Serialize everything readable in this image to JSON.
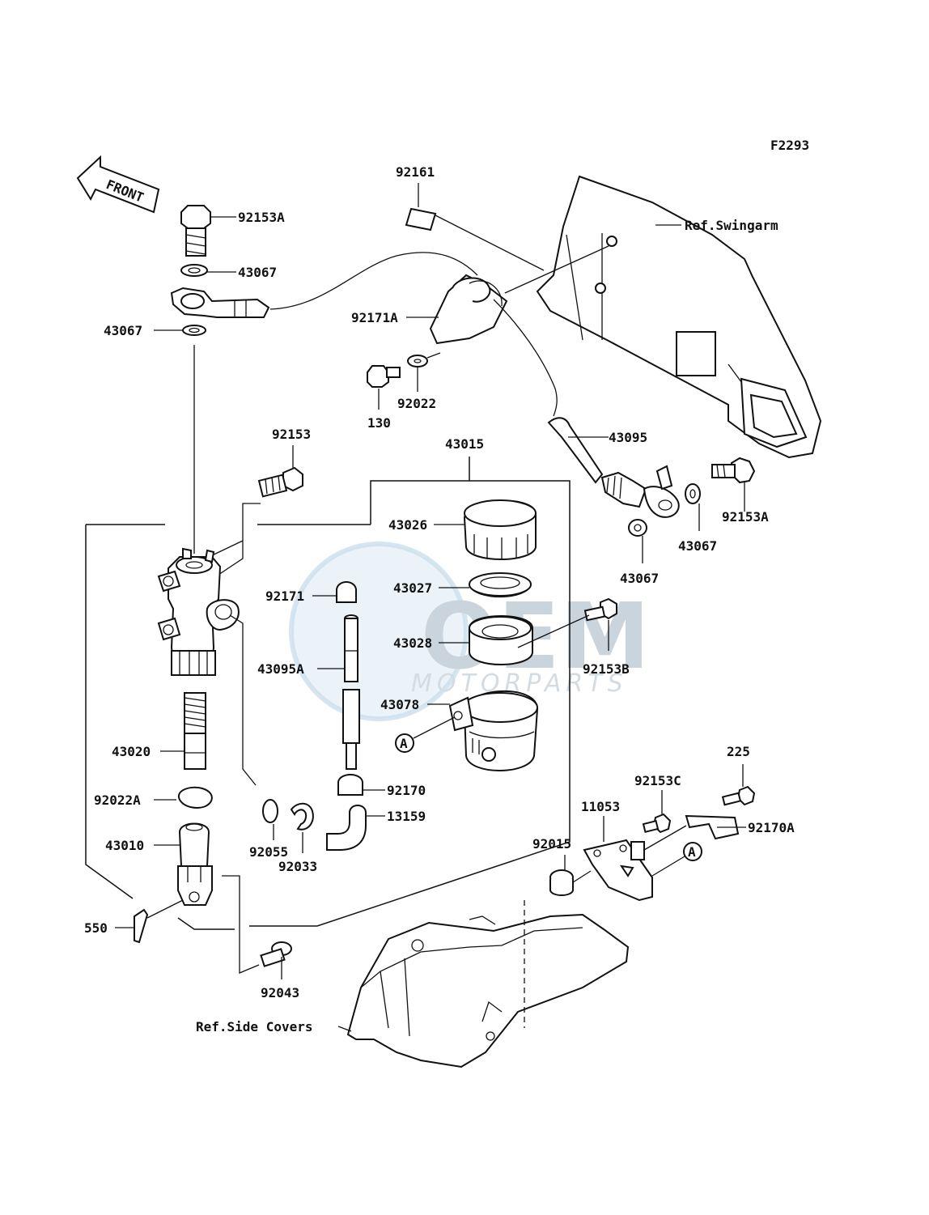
{
  "diagram": {
    "code": "F2293",
    "front_arrow": "FRONT",
    "ref_labels": {
      "swingarm": "Ref.Swingarm",
      "side_covers": "Ref.Side Covers"
    },
    "watermark": {
      "main": "OEM",
      "sub": "MOTORPARTS"
    },
    "callout_marker": "A",
    "part_labels": {
      "p92161": "92161",
      "p92153A_top": "92153A",
      "p43067_top": "43067",
      "p43067_left": "43067",
      "p92171A": "92171A",
      "p92022": "92022",
      "p130": "130",
      "p92153": "92153",
      "p43015": "43015",
      "p43095": "43095",
      "p92153A_right": "92153A",
      "p43067_right": "43067",
      "p43067_lower": "43067",
      "p43026": "43026",
      "p92171": "92171",
      "p43027": "43027",
      "p43028": "43028",
      "p43095A": "43095A",
      "p92153B": "92153B",
      "p43078": "43078",
      "p43020": "43020",
      "p92170": "92170",
      "p92022A": "92022A",
      "p13159": "13159",
      "p43010": "43010",
      "p92055": "92055",
      "p92033": "92033",
      "p225": "225",
      "p92153C": "92153C",
      "p11053": "11053",
      "p92170A": "92170A",
      "p92015": "92015",
      "p550": "550",
      "p92043": "92043"
    }
  }
}
